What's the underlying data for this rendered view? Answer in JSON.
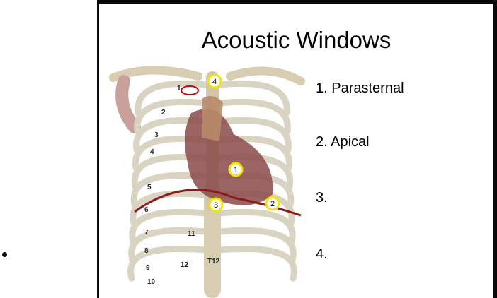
{
  "slide": {
    "title": "Acoustic Windows",
    "items": [
      {
        "label": "1. Parasternal"
      },
      {
        "label": "2. Apical"
      },
      {
        "label": "3."
      },
      {
        "label": "4."
      }
    ]
  },
  "illustration": {
    "window_markers": [
      "1",
      "2",
      "3",
      "4"
    ],
    "rib_numbers": [
      "1",
      "2",
      "3",
      "4",
      "5",
      "6",
      "7",
      "8",
      "9",
      "10",
      "11",
      "12"
    ],
    "vertebra_label": "T12",
    "colors": {
      "bone": "#e3d9c0",
      "heart": "#8a4a4a",
      "marker_ring": "#f2e600",
      "vessel": "#8b1a1a"
    }
  }
}
